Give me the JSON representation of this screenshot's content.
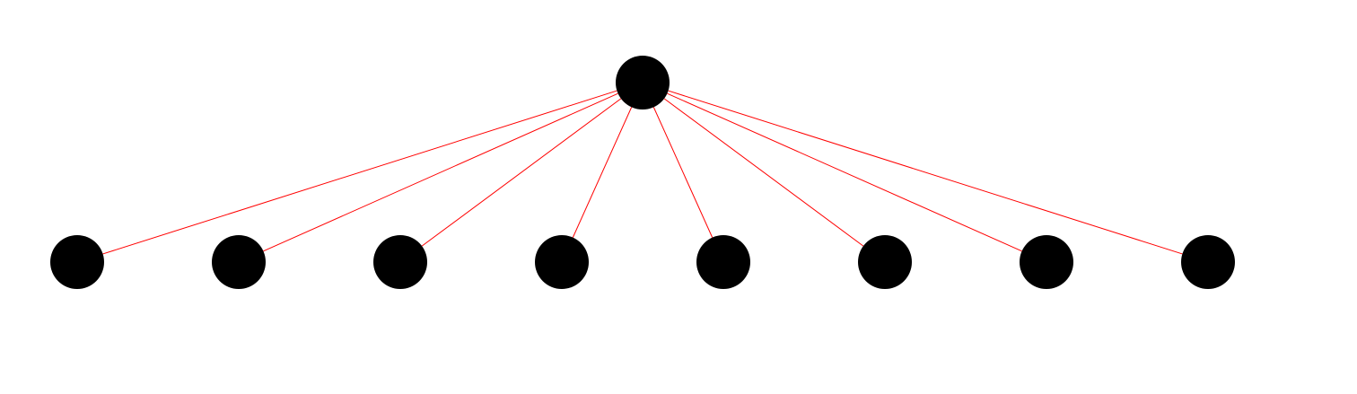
{
  "colors": {
    "background": "#ffffff",
    "node_fill": "#000000",
    "edge_stroke": "#ff0000"
  },
  "tree": {
    "root": {
      "id": "root"
    },
    "children": [
      {
        "id": "child-1"
      },
      {
        "id": "child-2"
      },
      {
        "id": "child-3"
      },
      {
        "id": "child-4"
      },
      {
        "id": "child-5"
      },
      {
        "id": "child-6"
      },
      {
        "id": "child-7"
      },
      {
        "id": "child-8"
      }
    ]
  }
}
